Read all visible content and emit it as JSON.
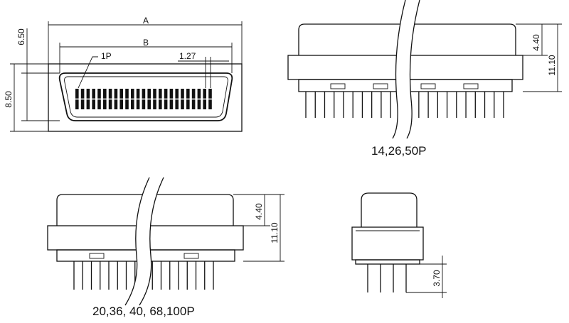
{
  "top_view": {
    "dim_a": "A",
    "dim_b": "B",
    "pin_one": "1P",
    "pitch": "1.27",
    "depth_outer": "8.50",
    "depth_inner": "6.50"
  },
  "side_view_small": {
    "dim_shell": "4.40",
    "dim_total": "11.10",
    "variants": "14,26,50P"
  },
  "side_view_large": {
    "dim_shell": "4.40",
    "dim_total": "11.10",
    "variants": "20,36, 40, 68,100P"
  },
  "end_view": {
    "pin_length": "3.70"
  }
}
